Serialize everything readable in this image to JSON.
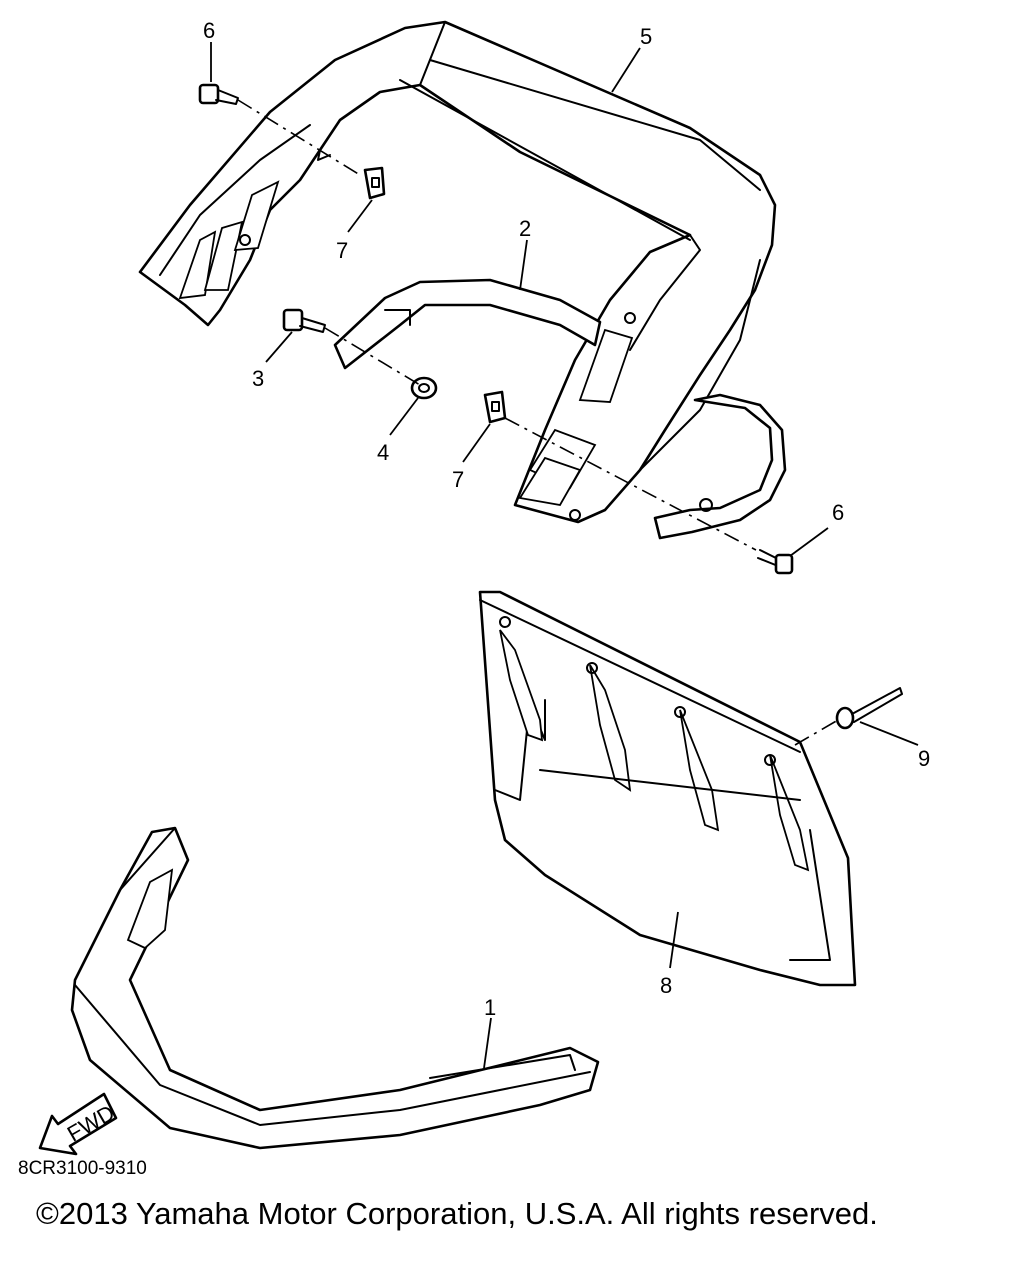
{
  "callouts": {
    "c1": "1",
    "c2": "2",
    "c3": "3",
    "c4": "4",
    "c5": "5",
    "c6a": "6",
    "c6b": "6",
    "c7a": "7",
    "c7b": "7",
    "c8": "8",
    "c9": "9"
  },
  "fwd_label": "FWD",
  "diagram_code": "8CR3100-9310",
  "copyright": "©2013 Yamaha Motor Corporation, U.S.A. All rights reserved."
}
